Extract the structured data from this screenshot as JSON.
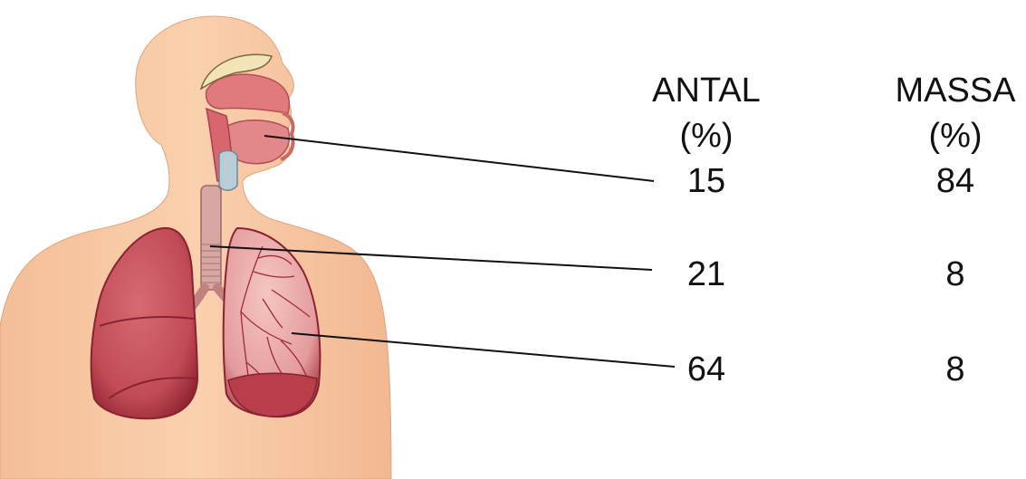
{
  "table": {
    "headers": {
      "antal": [
        "ANTAL",
        "(%)"
      ],
      "massa": [
        "MASSA",
        "(%)"
      ]
    },
    "rows": [
      {
        "antal": "15",
        "massa": "84"
      },
      {
        "antal": "21",
        "massa": "8"
      },
      {
        "antal": "64",
        "massa": "8"
      }
    ]
  },
  "colors": {
    "skin": "#F9C8A2",
    "lung": "#C9505A",
    "lung_dark": "#9E2B37",
    "airway": "#D9A7A3",
    "leader_line": "#111111"
  }
}
